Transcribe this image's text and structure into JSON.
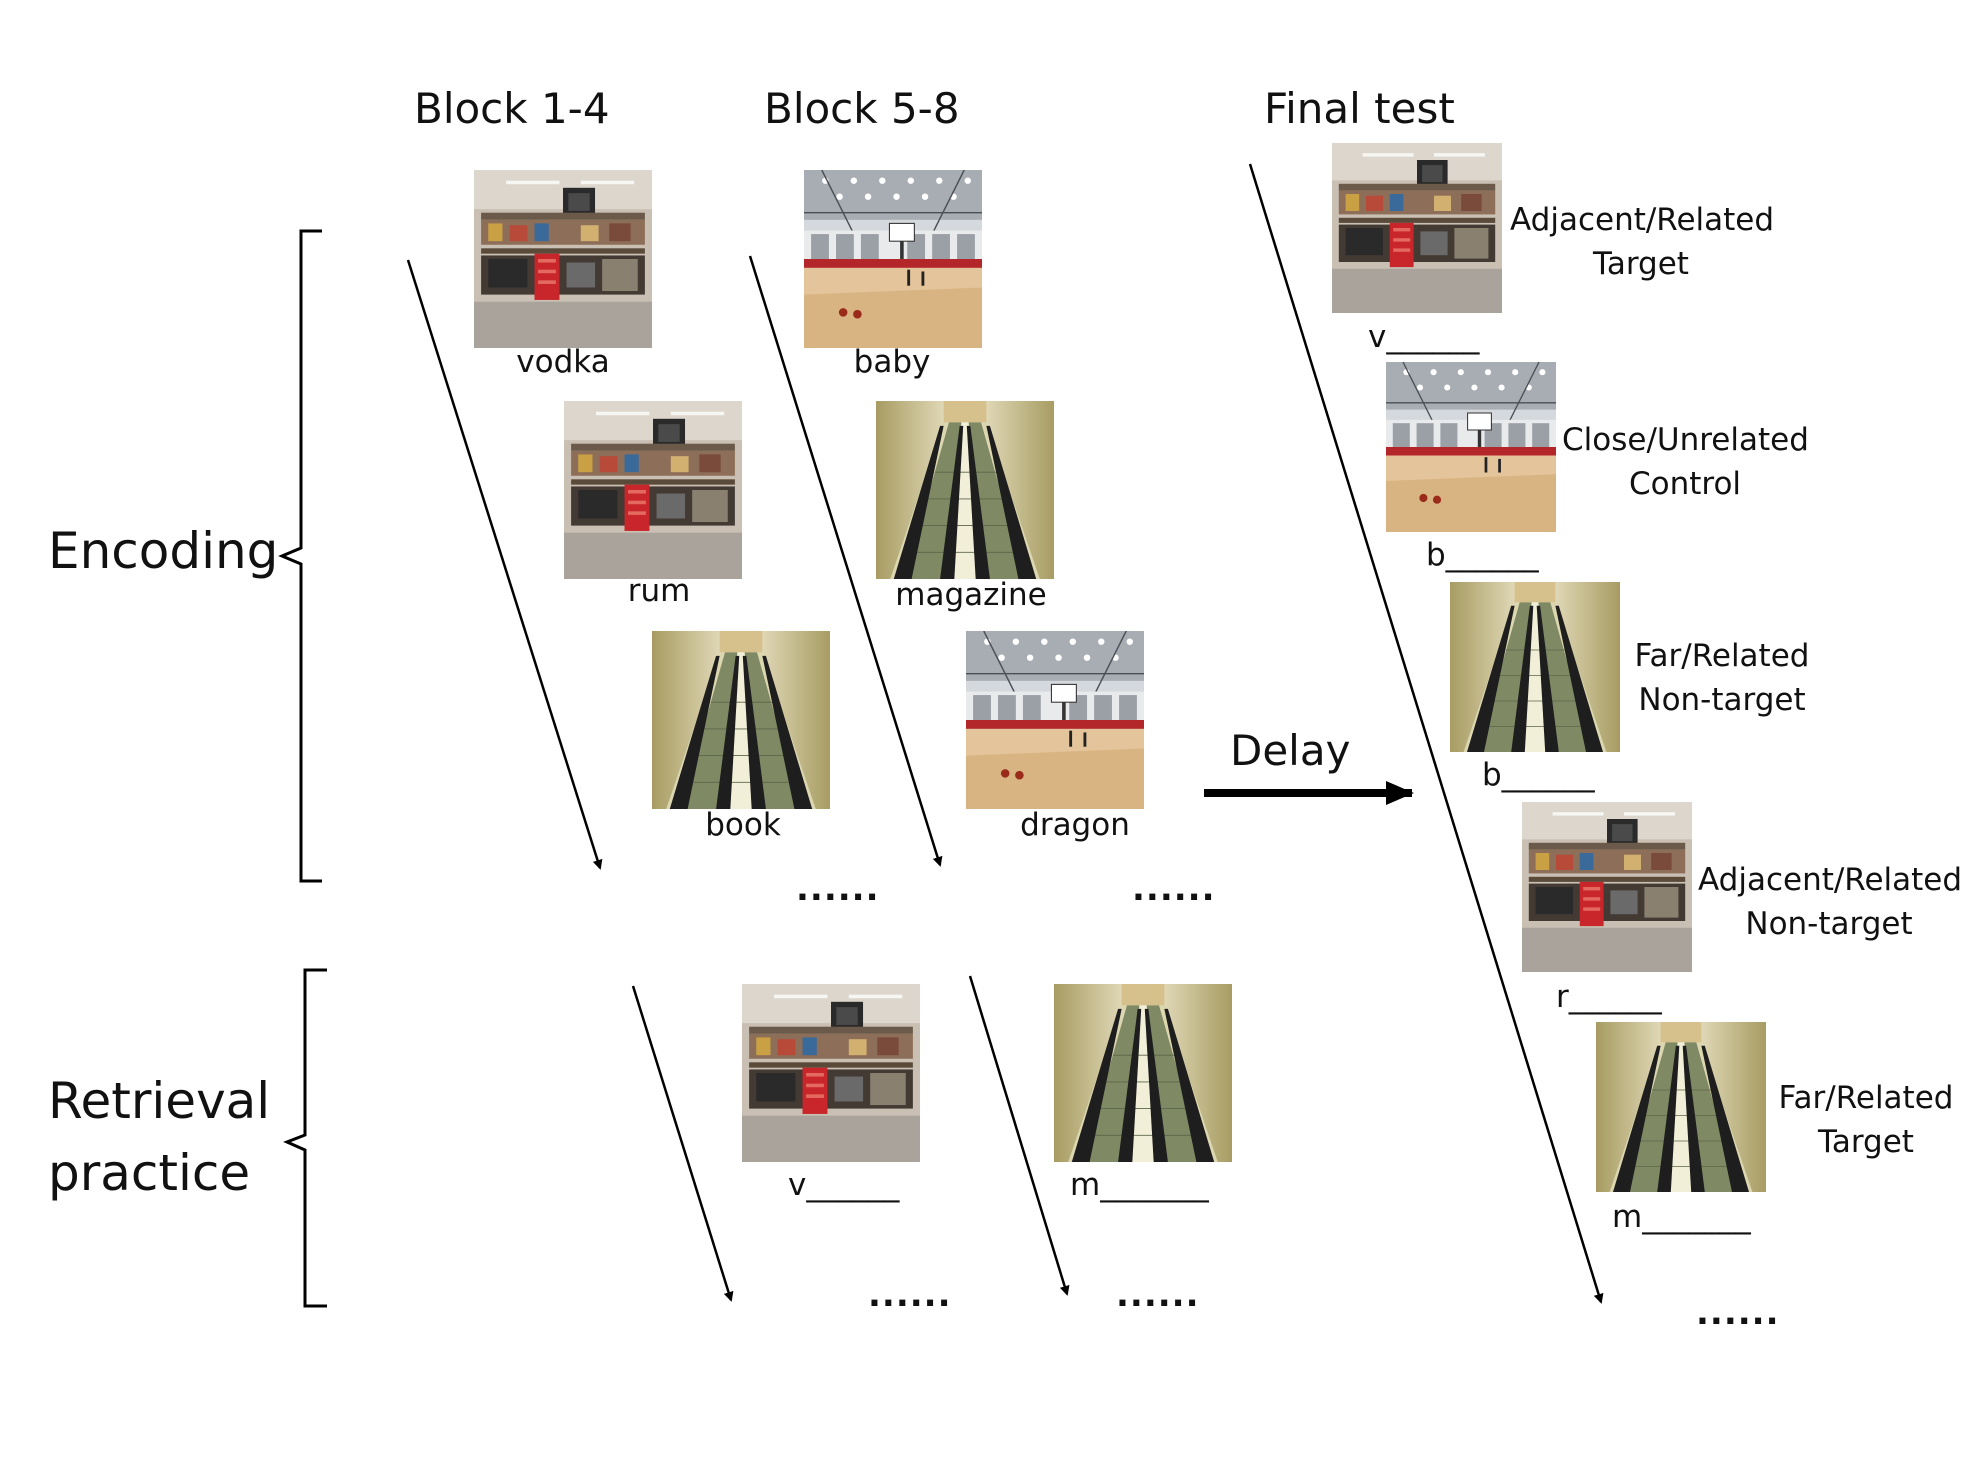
{
  "headers": {
    "block1": "Block 1-4",
    "block2": "Block 5-8",
    "final": "Final test"
  },
  "phases": {
    "encoding": "Encoding",
    "retrieval_line1": "Retrieval",
    "retrieval_line2": "practice"
  },
  "delay_label": "Delay",
  "ellipsis": "......",
  "encoding": {
    "block1": [
      {
        "scene": "garage",
        "word": "vodka"
      },
      {
        "scene": "garage",
        "word": "rum"
      },
      {
        "scene": "escalator",
        "word": "book"
      }
    ],
    "block2": [
      {
        "scene": "gym",
        "word": "baby"
      },
      {
        "scene": "escalator",
        "word": "magazine"
      },
      {
        "scene": "gym",
        "word": "dragon"
      }
    ]
  },
  "retrieval": [
    {
      "scene": "garage",
      "cue": "v______"
    },
    {
      "scene": "escalator",
      "cue": "m_______"
    }
  ],
  "final_test": [
    {
      "scene": "garage",
      "cue": "v______",
      "label_line1": "Adjacent/Related",
      "label_line2": "Target"
    },
    {
      "scene": "gym",
      "cue": "b______",
      "label_line1": "Close/Unrelated",
      "label_line2": "Control"
    },
    {
      "scene": "escalator",
      "cue": "b______",
      "label_line1": "Far/Related",
      "label_line2": "Non-target"
    },
    {
      "scene": "garage",
      "cue": "r______",
      "label_line1": "Adjacent/Related",
      "label_line2": "Non-target"
    },
    {
      "scene": "escalator",
      "cue": "m_______",
      "label_line1": "Far/Related",
      "label_line2": "Target"
    }
  ]
}
